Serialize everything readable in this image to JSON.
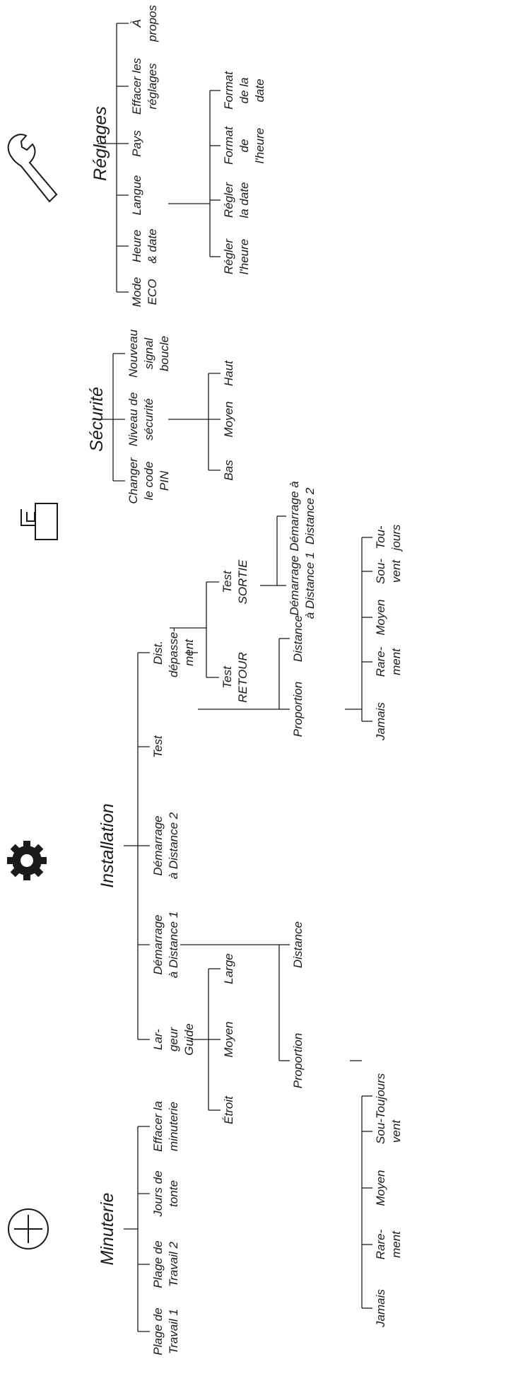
{
  "sections": {
    "minuterie": {
      "title": "Minuterie",
      "icon": "power-icon",
      "items": [
        [
          "Plage de",
          "Travail 1"
        ],
        [
          "Plage de",
          "Travail 2"
        ],
        [
          "Jours de",
          "tonte"
        ],
        [
          "Effacer la",
          "minuterie"
        ]
      ]
    },
    "installation": {
      "title": "Installation",
      "icon": "gear-icon",
      "items": [
        [
          "Lar-",
          "geur",
          "Guide"
        ],
        [
          "Démarrage",
          "à Distance 1"
        ],
        [
          "Démarrage",
          "à Distance 2"
        ],
        [
          "Test"
        ],
        [
          "Dist.",
          "dépasse-",
          "ment"
        ]
      ],
      "largeur_guide": [
        [
          "Étroit"
        ],
        [
          "Moyen"
        ],
        [
          "Large"
        ]
      ],
      "distance1": {
        "distance": [
          "Distance"
        ],
        "proportion": [
          "Proportion"
        ],
        "options": [
          [
            "Jamais"
          ],
          [
            "Rare-",
            "ment"
          ],
          [
            "Moyen"
          ],
          [
            "Sou-",
            "vent"
          ],
          [
            "Toujours"
          ]
        ]
      },
      "test": {
        "retour": [
          "Test",
          "RETOUR"
        ],
        "sortie": [
          "Test",
          "SORTIE"
        ],
        "sortie_options": [
          [
            "Démarrage",
            "à Distance 1"
          ],
          [
            "Démarrage à",
            "Distance 2"
          ]
        ]
      },
      "distance2": {
        "proportion": [
          "Proportion"
        ],
        "distance": [
          "Distance"
        ],
        "options": [
          [
            "Jamais"
          ],
          [
            "Rare-",
            "ment"
          ],
          [
            "Moyen"
          ],
          [
            "Sou-",
            "vent"
          ],
          [
            "Tou-",
            "jours"
          ]
        ]
      }
    },
    "securite": {
      "title": "Sécurité",
      "icon": "lock-icon",
      "items": [
        [
          "Changer",
          "le code",
          "PIN"
        ],
        [
          "Niveau de",
          "sécurité"
        ],
        [
          "Nouveau",
          "signal",
          "boucle"
        ]
      ],
      "niveau": [
        [
          "Bas"
        ],
        [
          "Moyen"
        ],
        [
          "Haut"
        ]
      ]
    },
    "reglages": {
      "title": "Réglages",
      "icon": "wrench-icon",
      "items": [
        [
          "Mode",
          "ECO"
        ],
        [
          "Heure",
          "& date"
        ],
        [
          "Langue"
        ],
        [
          "Pays"
        ],
        [
          "Effacer les",
          "réglages"
        ],
        [
          "À",
          "propos"
        ]
      ],
      "heure_date": [
        [
          "Régler",
          "l'heure"
        ],
        [
          "Régler",
          "la date"
        ],
        [
          "Format",
          "de",
          "l'heure"
        ],
        [
          "Format",
          "de la",
          "date"
        ]
      ]
    }
  }
}
